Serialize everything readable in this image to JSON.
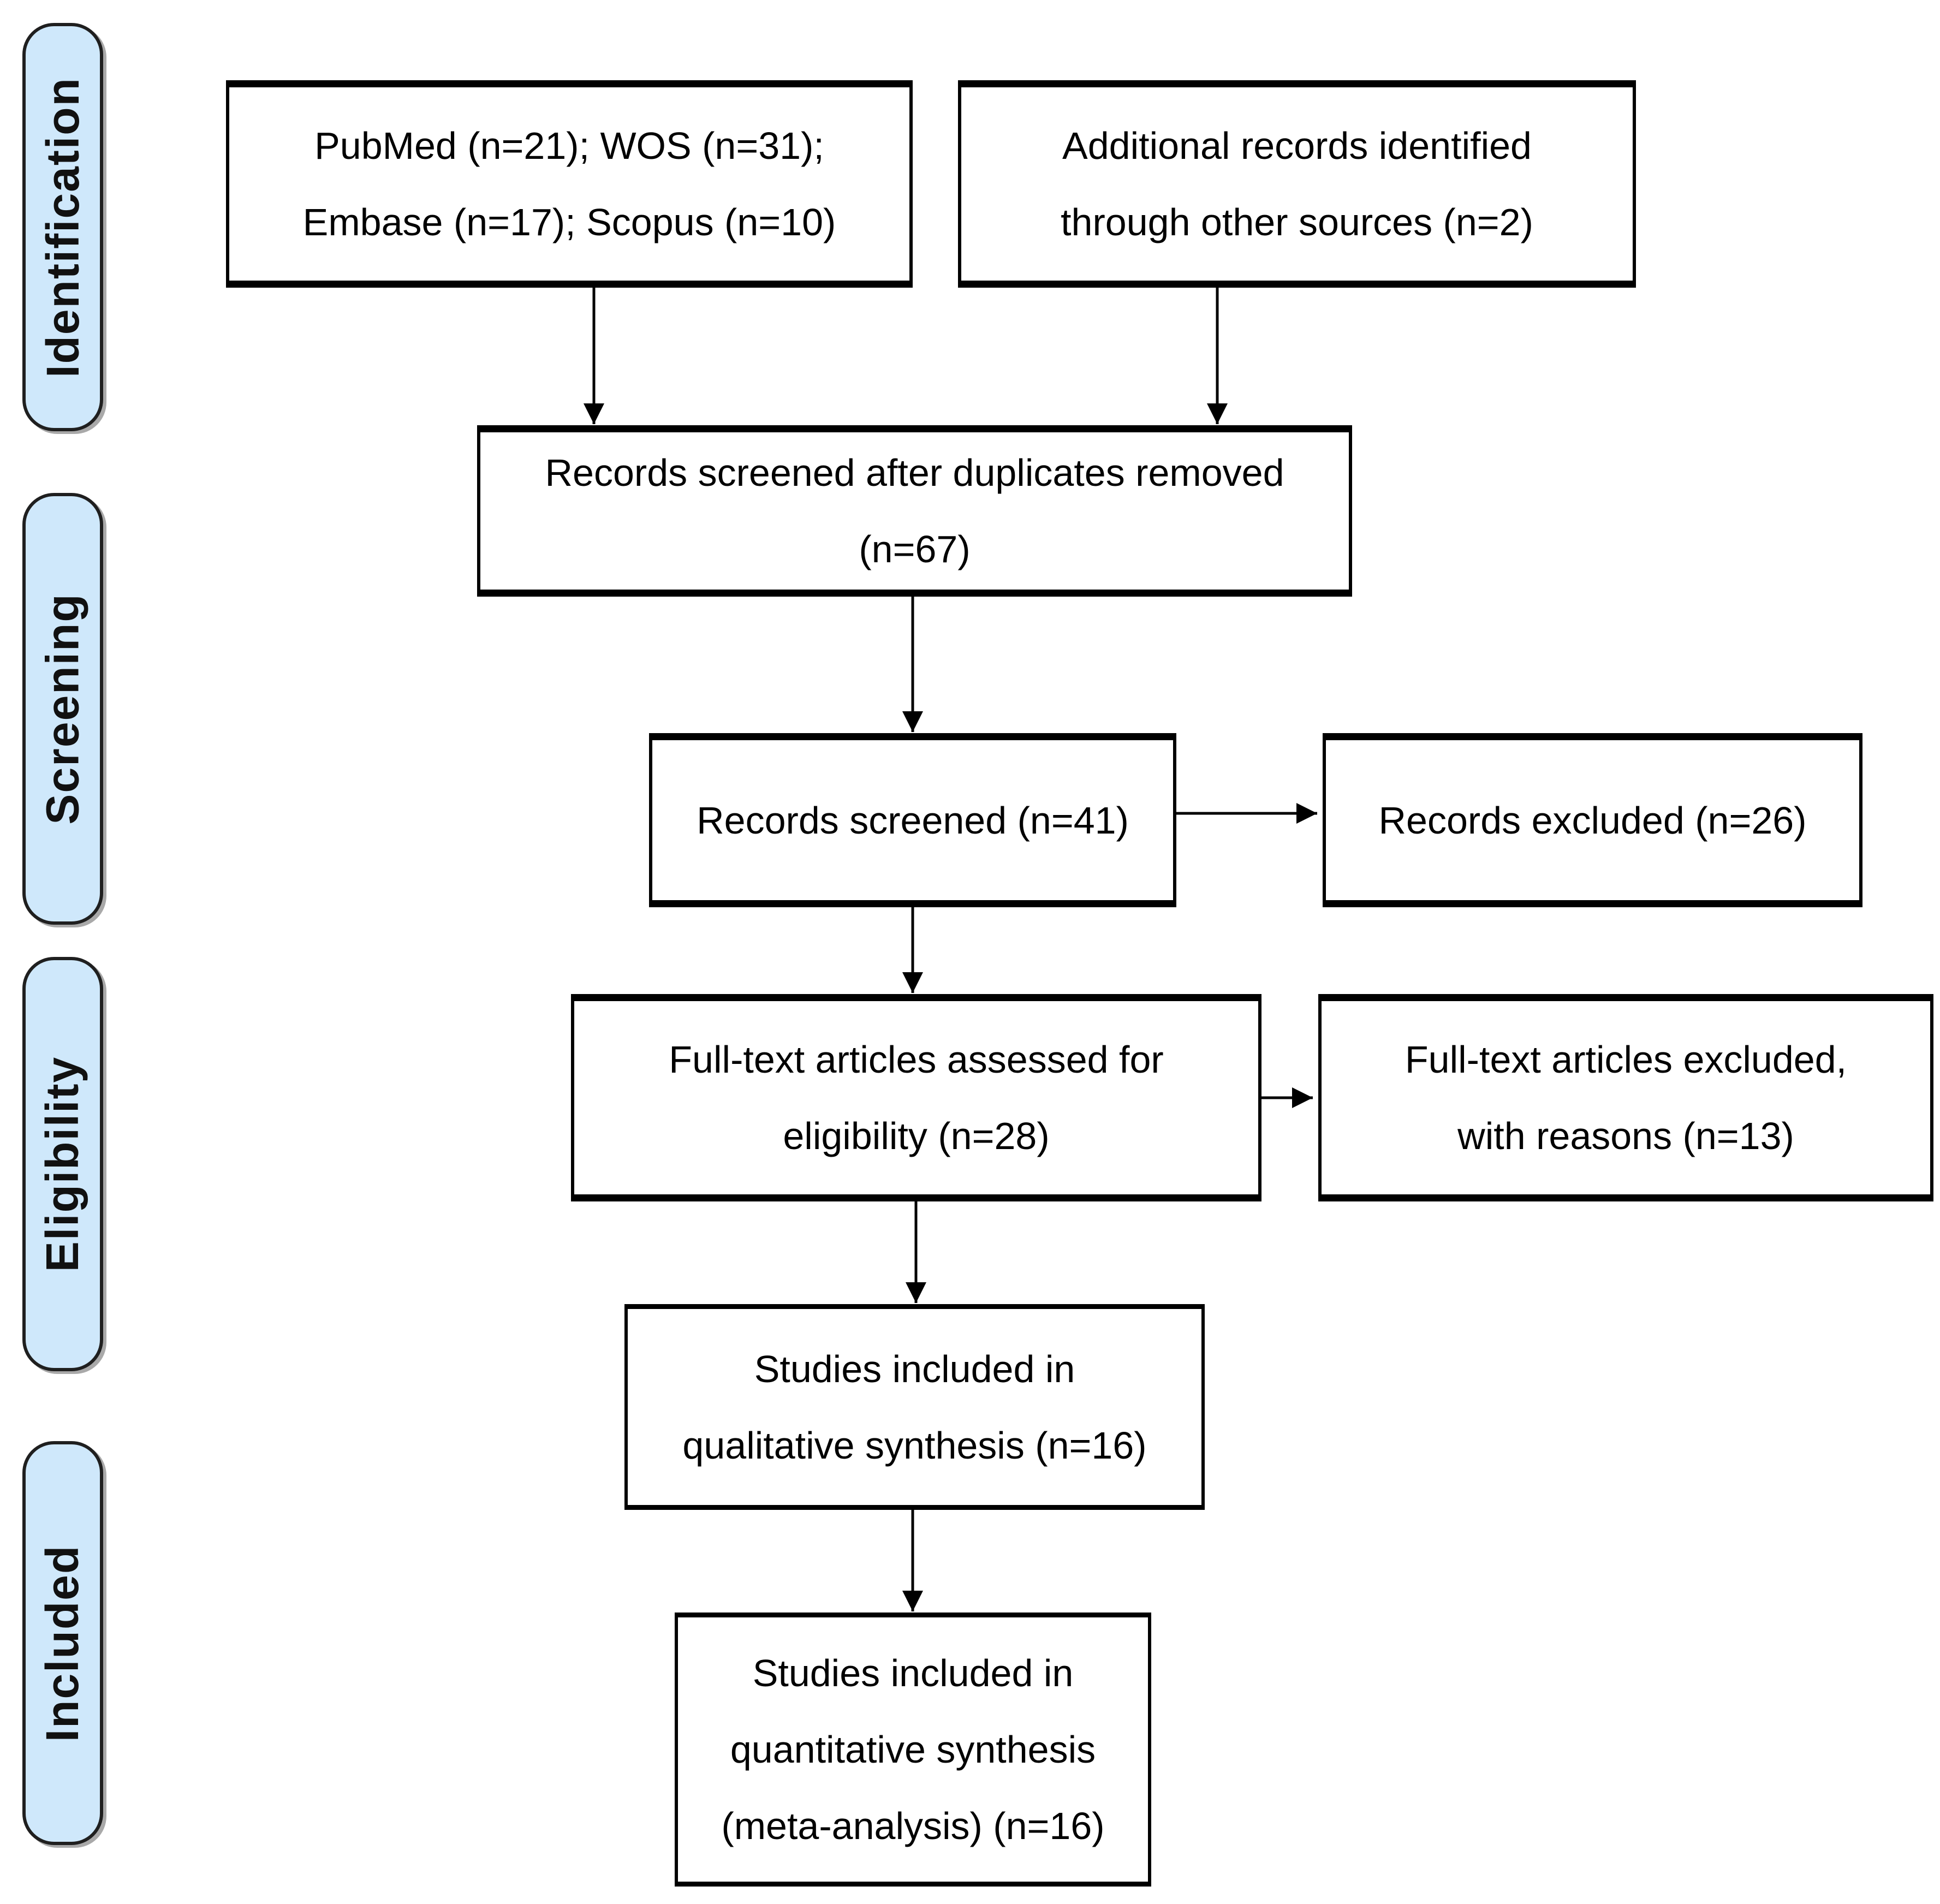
{
  "stages": [
    {
      "id": "identification",
      "label": "Identification"
    },
    {
      "id": "screening",
      "label": "Screening"
    },
    {
      "id": "eligibility",
      "label": "Eligibility"
    },
    {
      "id": "included",
      "label": "Included"
    }
  ],
  "boxes": {
    "sources": {
      "lines": [
        "PubMed (n=21); WOS (n=31);",
        "Embase (n=17); Scopus (n=10)"
      ]
    },
    "additional": {
      "lines": [
        "Additional records identified",
        "through other sources (n=2)"
      ]
    },
    "deduplicated": {
      "lines": [
        "Records screened after duplicates removed",
        "(n=67)"
      ]
    },
    "screened": {
      "lines": [
        "Records screened (n=41)"
      ]
    },
    "excluded": {
      "lines": [
        "Records excluded (n=26)"
      ]
    },
    "fulltext": {
      "lines": [
        "Full-text articles assessed for",
        "eligibility (n=28)"
      ]
    },
    "fulltext_excluded": {
      "lines": [
        "Full-text articles excluded,",
        "with reasons (n=13)"
      ]
    },
    "qualitative": {
      "lines": [
        "Studies included in",
        "qualitative synthesis (n=16)"
      ]
    },
    "quantitative": {
      "lines": [
        "Studies included in",
        "quantitative synthesis",
        "(meta-analysis) (n=16)"
      ]
    }
  },
  "counts": {
    "pubmed": 21,
    "wos": 31,
    "embase": 17,
    "scopus": 10,
    "other_sources": 2,
    "after_duplicates_removed": 67,
    "records_screened": 41,
    "records_excluded": 26,
    "fulltext_assessed": 28,
    "fulltext_excluded": 13,
    "qualitative_synthesis": 16,
    "quantitative_synthesis": 16
  },
  "colors": {
    "stage_fill": "#cfe8fb",
    "stage_border": "#1f1f1f",
    "box_border": "#000000",
    "box_fill": "#ffffff",
    "arrow": "#000000",
    "text": "#000000",
    "background": "#ffffff"
  }
}
